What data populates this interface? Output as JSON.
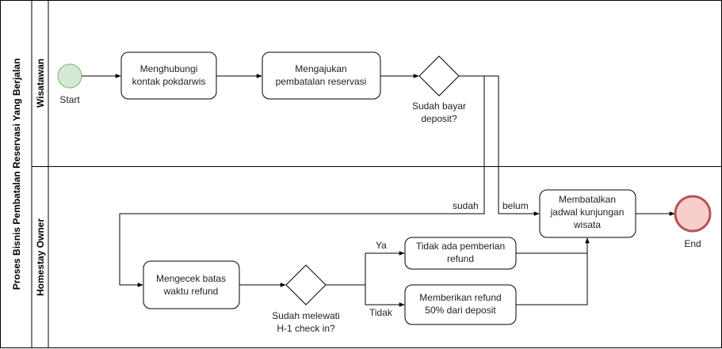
{
  "pool": {
    "title": "Proses Bisnis Pembatalan Reservasi Yang Berjalan"
  },
  "lanes": {
    "top": "Wisatawan",
    "bottom": "Homestay Owner"
  },
  "events": {
    "start": "Start",
    "end": "End"
  },
  "tasks": {
    "hubungi": [
      "Menghubungi",
      "kontak  pokdarwis"
    ],
    "ajukan": [
      "Mengajukan",
      "pembatalan reservasi"
    ],
    "batalkan": [
      "Membatalkan",
      "jadwal kunjungan",
      "wisata"
    ],
    "cek": [
      "Mengecek batas",
      "waktu refund"
    ],
    "tidak_ada": [
      "Tidak ada pemberian",
      "refund"
    ],
    "refund": [
      "Memberikan refund",
      "50% dari deposit"
    ]
  },
  "gateways": {
    "deposit": [
      "Sudah bayar",
      "deposit?"
    ],
    "checkin": [
      "Sudah melewati",
      "H-1 check in?"
    ]
  },
  "flow_labels": {
    "sudah": "sudah",
    "belum": "belum",
    "ya": "Ya",
    "tidak": "Tidak"
  },
  "colors": {
    "stroke": "#000000",
    "start_fill": "#d5e8d4",
    "start_stroke": "#82b366",
    "end_fill": "#f8cecc",
    "end_stroke": "#b85450"
  }
}
